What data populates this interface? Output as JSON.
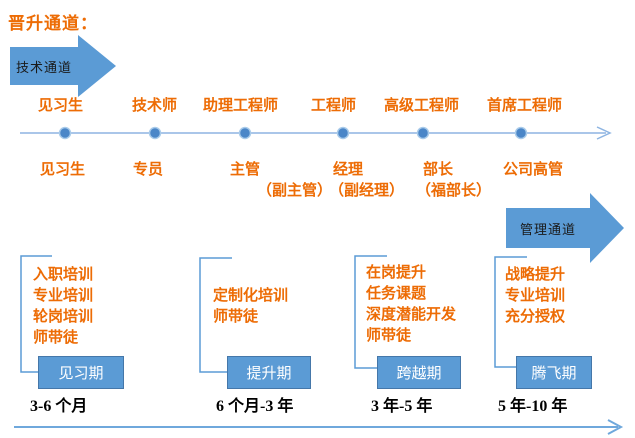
{
  "title": "晋升通道：",
  "channels": {
    "technical": "技术通道",
    "management": "管理通道"
  },
  "technical_stages": [
    "见习生",
    "技术师",
    "助理工程师",
    "工程师",
    "高级工程师",
    "首席工程师"
  ],
  "management_stages": [
    {
      "main": "见习生",
      "sub": ""
    },
    {
      "main": "专员",
      "sub": ""
    },
    {
      "main": "主管",
      "sub": "（副主管）"
    },
    {
      "main": "经理",
      "sub": "（副经理）"
    },
    {
      "main": "部长",
      "sub": "（福部长）"
    },
    {
      "main": "公司高管",
      "sub": ""
    }
  ],
  "phases": [
    {
      "name": "见习期",
      "duration": "3-6 个月",
      "items": [
        "入职培训",
        "专业培训",
        "轮岗培训",
        "师带徒"
      ]
    },
    {
      "name": "提升期",
      "duration": "6 个月-3 年",
      "items": [
        "定制化培训",
        "师带徒"
      ]
    },
    {
      "name": "跨越期",
      "duration": "3 年-5 年",
      "items": [
        "在岗提升",
        "任务课题",
        "深度潜能开发",
        "师带徒"
      ]
    },
    {
      "name": "腾飞期",
      "duration": "5 年-10 年",
      "items": [
        "战略提升",
        "专业培训",
        "充分授权"
      ]
    }
  ],
  "colors": {
    "orange_text": "#ed6c05",
    "arrow_blue": "#5b9bd5",
    "timeline_blue": "#8db4e2",
    "dot_fill": "#4a86c8",
    "dot_ring": "#a9cbea",
    "bottom_arrow_blue": "#6fa8dc",
    "box_border": "#4577a9",
    "box_text": "#ffffff",
    "duration_text": "#000000"
  }
}
